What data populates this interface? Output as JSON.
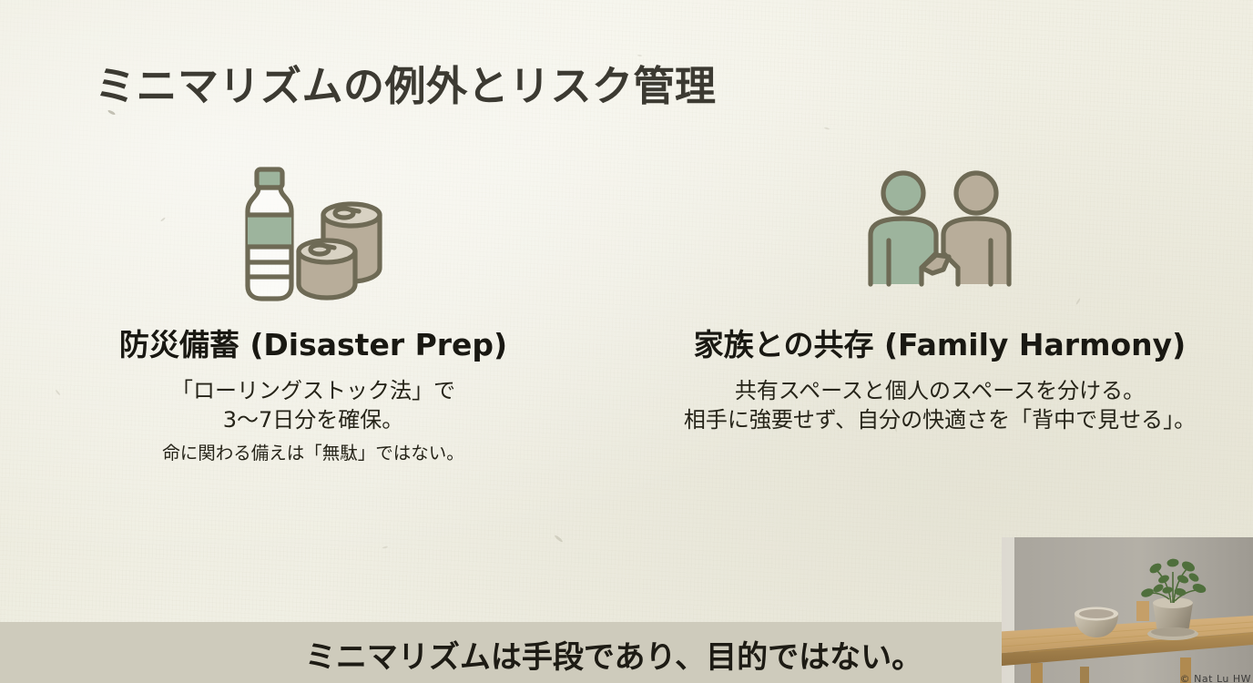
{
  "slide": {
    "title": "ミニマリズムの例外とリスク管理",
    "background_color": "#f3f2e8",
    "title_color": "#3c3a32"
  },
  "columns": [
    {
      "icon": "water-bottle-and-cans-icon",
      "heading": "防災備蓄 (Disaster Prep)",
      "body_line1": "「ローリングストック法」で",
      "body_line2": "3〜7日分を確保。",
      "body_note": "命に関わる備えは「無駄」ではない。",
      "icon_accent_color": "#9db49d",
      "icon_outline_color": "#6e6a55"
    },
    {
      "icon": "two-people-handshake-icon",
      "heading": "家族との共存 (Family Harmony)",
      "body_line1": "共有スペースと個人のスペースを分ける。",
      "body_line2": "相手に強要せず、自分の快適さを「背中で見せる」。",
      "body_note": "",
      "icon_accent_color": "#9db49d",
      "icon_outline_color": "#6e6a55"
    }
  ],
  "banner": {
    "text": "ミニマリズムは手段であり、目的ではない。",
    "background_color": "#cecbbc",
    "text_color": "#1d1b14"
  },
  "photo": {
    "description": "wooden-table-with-bowl-and-potted-plant",
    "caption": "© Nat Lu HW"
  }
}
